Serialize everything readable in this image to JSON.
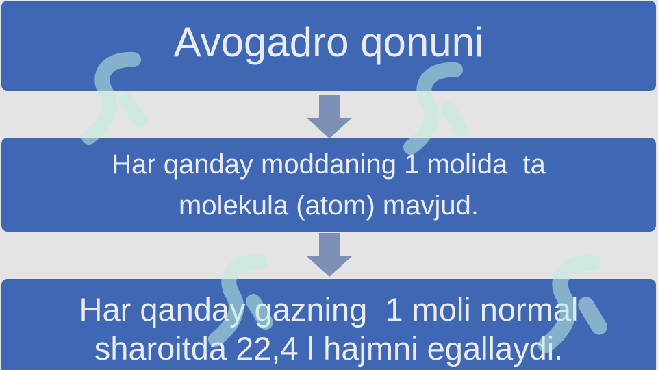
{
  "diagram": {
    "title": "Avogadro qonuni",
    "statement_1": {
      "line1": "Har qanday moddaning 1 molida  ta",
      "line2": "molekula (atom) mavjud."
    },
    "statement_2": {
      "line1": "Har qanday gazning  1 moli normal",
      "line2": "sharoitda 22,4 l hajmni egallaydi."
    }
  },
  "colors": {
    "background": "#e4e4e4",
    "box_fill": "#3f67b4",
    "text": "#e9ecf3",
    "arrow": "#7c90b7",
    "watermark": "#bfeee0"
  },
  "icons": {
    "arrow": "arrow-down-icon",
    "watermark": "watermark-logo-icon"
  }
}
